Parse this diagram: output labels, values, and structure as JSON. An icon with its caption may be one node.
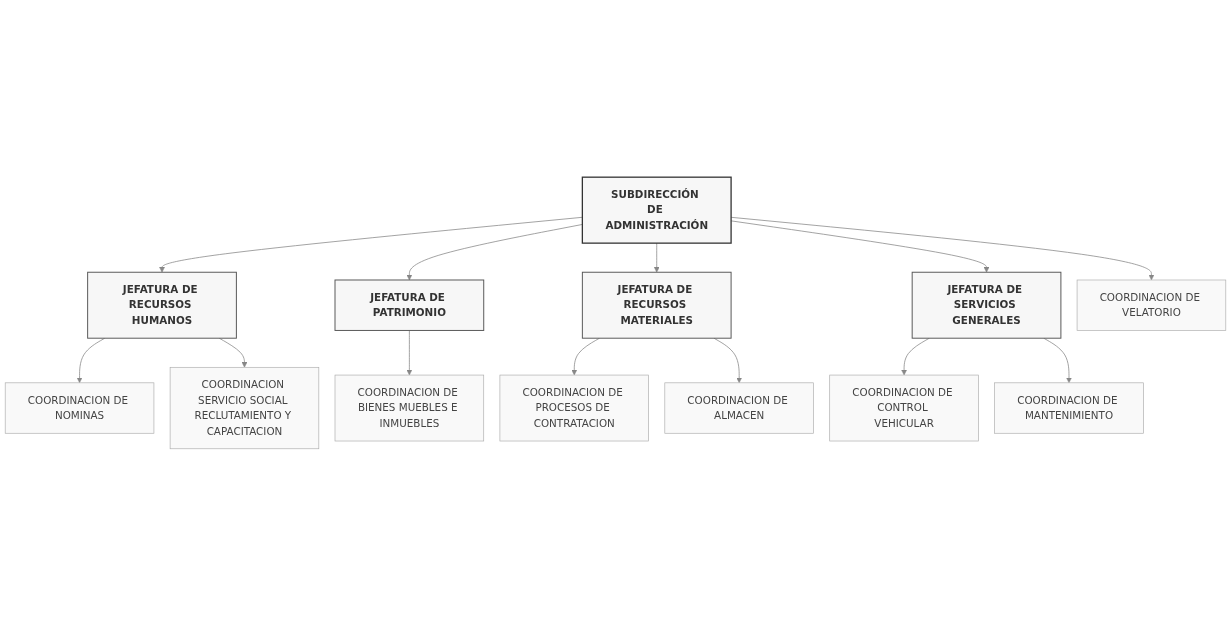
{
  "diagram": {
    "nodes": [
      {
        "text": [
          "SUBDIRECCIÓN DE ADMINISTRACIÓN"
        ]
      },
      {
        "text": [
          "JEFATURA DE RECURSOS HUMANOS"
        ]
      },
      {
        "text": [
          "JEFATURA DE PATRIMONIO"
        ]
      },
      {
        "text": [
          "JEFATURA DE RECURSOS MATERIALES"
        ]
      },
      {
        "text": [
          "JEFATURA DE SERVICIOS GENERALES"
        ]
      },
      {
        "text": [
          "COORDINACION DE VELATORIO"
        ]
      },
      {
        "text": [
          "COORDINACION DE NOMINAS"
        ]
      },
      {
        "text": [
          "COORDINACION SERVICIO SOCIAL RECLUTAMIENTO Y CAPACITACION"
        ]
      },
      {
        "text": [
          "COORDINACION DE BIENES MUEBLES E INMUEBLES"
        ]
      },
      {
        "text": [
          "COORDINACION DE PROCESOS DE CONTRATACION"
        ]
      },
      {
        "text": [
          "COORDINACION DE ALMACEN"
        ]
      },
      {
        "text": [
          "COORDINACION DE CONTROL VEHICULAR"
        ]
      },
      {
        "text": [
          "COORDINACION DE MANTENIMIENTO"
        ]
      }
    ],
    "edges": [
      {
        "from": 0,
        "to": 1,
        "arrow": "to"
      },
      {
        "from": 0,
        "to": 2,
        "arrow": "to"
      },
      {
        "from": 0,
        "to": 3,
        "arrow": "to"
      },
      {
        "from": 0,
        "to": 4,
        "arrow": "to"
      },
      {
        "from": 0,
        "to": 5,
        "arrow": "to"
      },
      {
        "from": 1,
        "to": 6,
        "arrow": "to"
      },
      {
        "from": 1,
        "to": 7,
        "arrow": "to"
      },
      {
        "from": 2,
        "to": 8,
        "arrow": "to"
      },
      {
        "from": 3,
        "to": 9,
        "arrow": "to"
      },
      {
        "from": 3,
        "to": 10,
        "arrow": "to"
      },
      {
        "from": 4,
        "to": 11,
        "arrow": "to"
      },
      {
        "from": 4,
        "to": 12,
        "arrow": "to"
      }
    ]
  }
}
